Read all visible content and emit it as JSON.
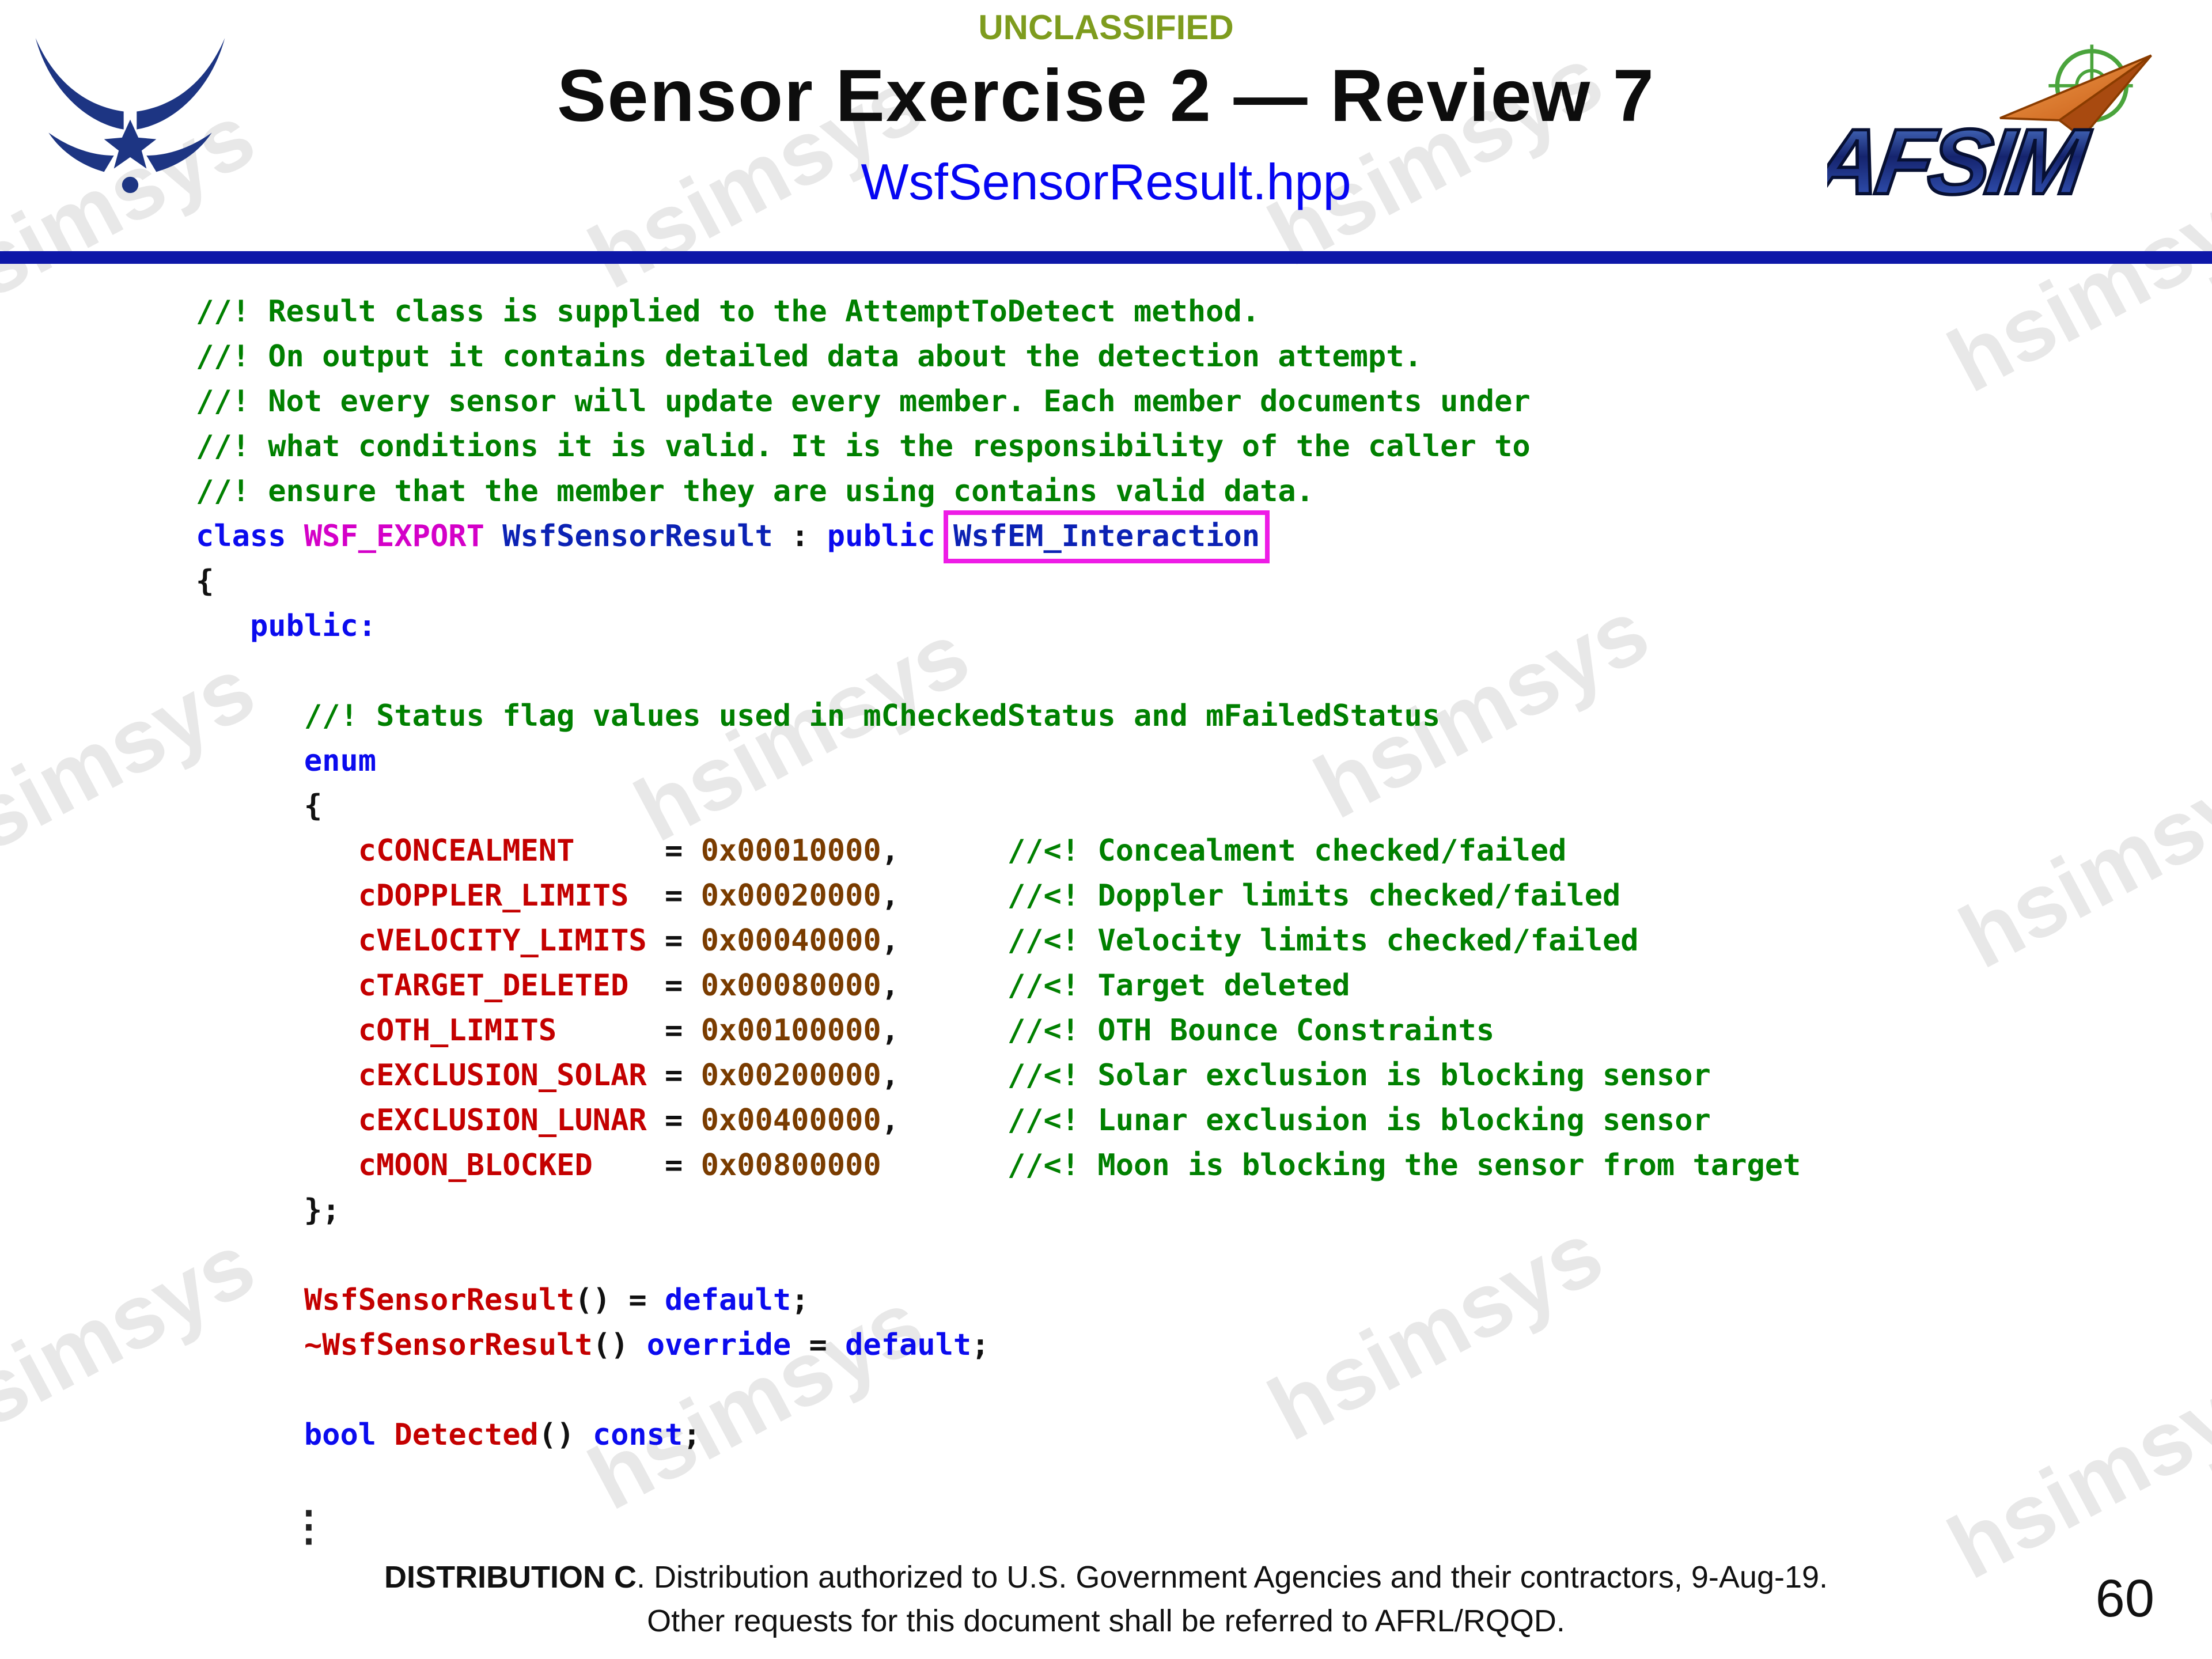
{
  "header": {
    "classification": "UNCLASSIFIED",
    "title": "Sensor Exercise 2 — Review 7",
    "subtitle": "WsfSensorResult.hpp"
  },
  "logos": {
    "afsim_text": "AFSIM"
  },
  "watermark": {
    "text": "hsimsys"
  },
  "code": {
    "lines": [
      {
        "segments": [
          {
            "text": "//! Result class is supplied to the AttemptToDetect method.",
            "style": "cmt"
          }
        ]
      },
      {
        "segments": [
          {
            "text": "//! On output it contains detailed data about the detection attempt.",
            "style": "cmt"
          }
        ]
      },
      {
        "segments": [
          {
            "text": "//! Not every sensor will update every member. Each member documents under",
            "style": "cmt"
          }
        ]
      },
      {
        "segments": [
          {
            "text": "//! what conditions it is valid. It is the responsibility of the caller to",
            "style": "cmt"
          }
        ]
      },
      {
        "segments": [
          {
            "text": "//! ensure that the member they are using contains valid data.",
            "style": "cmt"
          }
        ]
      },
      {
        "segments": [
          {
            "text": "class ",
            "style": "kw"
          },
          {
            "text": "WSF_EXPORT ",
            "style": "macro"
          },
          {
            "text": "WsfSensorResult",
            "style": "type"
          },
          {
            "text": " : ",
            "style": "plain"
          },
          {
            "text": "public ",
            "style": "kw"
          },
          {
            "text": "WsfEM_Interaction",
            "style": "type boxed"
          }
        ]
      },
      {
        "segments": [
          {
            "text": "{",
            "style": "plain"
          }
        ]
      },
      {
        "segments": [
          {
            "text": "   ",
            "style": "plain"
          },
          {
            "text": "public:",
            "style": "kw"
          }
        ]
      },
      {
        "segments": []
      },
      {
        "segments": [
          {
            "text": "      ",
            "style": "plain"
          },
          {
            "text": "//! Status flag values used in mCheckedStatus and mFailedStatus",
            "style": "cmt"
          }
        ]
      },
      {
        "segments": [
          {
            "text": "      ",
            "style": "plain"
          },
          {
            "text": "enum",
            "style": "kw"
          }
        ]
      },
      {
        "segments": [
          {
            "text": "      {",
            "style": "plain"
          }
        ]
      },
      {
        "segments": [
          {
            "text": "         ",
            "style": "plain"
          },
          {
            "text": "cCONCEALMENT",
            "style": "ename"
          },
          {
            "text": "     = ",
            "style": "plain"
          },
          {
            "text": "0x00010000",
            "style": "num"
          },
          {
            "text": ",      ",
            "style": "plain"
          },
          {
            "text": "//<! Concealment checked/failed",
            "style": "cmt"
          }
        ]
      },
      {
        "segments": [
          {
            "text": "         ",
            "style": "plain"
          },
          {
            "text": "cDOPPLER_LIMITS",
            "style": "ename"
          },
          {
            "text": "  = ",
            "style": "plain"
          },
          {
            "text": "0x00020000",
            "style": "num"
          },
          {
            "text": ",      ",
            "style": "plain"
          },
          {
            "text": "//<! Doppler limits checked/failed",
            "style": "cmt"
          }
        ]
      },
      {
        "segments": [
          {
            "text": "         ",
            "style": "plain"
          },
          {
            "text": "cVELOCITY_LIMITS",
            "style": "ename"
          },
          {
            "text": " = ",
            "style": "plain"
          },
          {
            "text": "0x00040000",
            "style": "num"
          },
          {
            "text": ",      ",
            "style": "plain"
          },
          {
            "text": "//<! Velocity limits checked/failed",
            "style": "cmt"
          }
        ]
      },
      {
        "segments": [
          {
            "text": "         ",
            "style": "plain"
          },
          {
            "text": "cTARGET_DELETED",
            "style": "ename"
          },
          {
            "text": "  = ",
            "style": "plain"
          },
          {
            "text": "0x00080000",
            "style": "num"
          },
          {
            "text": ",      ",
            "style": "plain"
          },
          {
            "text": "//<! Target deleted",
            "style": "cmt"
          }
        ]
      },
      {
        "segments": [
          {
            "text": "         ",
            "style": "plain"
          },
          {
            "text": "cOTH_LIMITS",
            "style": "ename"
          },
          {
            "text": "      = ",
            "style": "plain"
          },
          {
            "text": "0x00100000",
            "style": "num"
          },
          {
            "text": ",      ",
            "style": "plain"
          },
          {
            "text": "//<! OTH Bounce Constraints",
            "style": "cmt"
          }
        ]
      },
      {
        "segments": [
          {
            "text": "         ",
            "style": "plain"
          },
          {
            "text": "cEXCLUSION_SOLAR",
            "style": "ename"
          },
          {
            "text": " = ",
            "style": "plain"
          },
          {
            "text": "0x00200000",
            "style": "num"
          },
          {
            "text": ",      ",
            "style": "plain"
          },
          {
            "text": "//<! Solar exclusion is blocking sensor",
            "style": "cmt"
          }
        ]
      },
      {
        "segments": [
          {
            "text": "         ",
            "style": "plain"
          },
          {
            "text": "cEXCLUSION_LUNAR",
            "style": "ename"
          },
          {
            "text": " = ",
            "style": "plain"
          },
          {
            "text": "0x00400000",
            "style": "num"
          },
          {
            "text": ",      ",
            "style": "plain"
          },
          {
            "text": "//<! Lunar exclusion is blocking sensor",
            "style": "cmt"
          }
        ]
      },
      {
        "segments": [
          {
            "text": "         ",
            "style": "plain"
          },
          {
            "text": "cMOON_BLOCKED",
            "style": "ename"
          },
          {
            "text": "    = ",
            "style": "plain"
          },
          {
            "text": "0x00800000",
            "style": "num"
          },
          {
            "text": "       ",
            "style": "plain"
          },
          {
            "text": "//<! Moon is blocking the sensor from target",
            "style": "cmt"
          }
        ]
      },
      {
        "segments": [
          {
            "text": "      };",
            "style": "plain"
          }
        ]
      },
      {
        "segments": []
      },
      {
        "segments": [
          {
            "text": "      ",
            "style": "plain"
          },
          {
            "text": "WsfSensorResult",
            "style": "fn"
          },
          {
            "text": "() = ",
            "style": "plain"
          },
          {
            "text": "default",
            "style": "kw"
          },
          {
            "text": ";",
            "style": "plain"
          }
        ]
      },
      {
        "segments": [
          {
            "text": "      ",
            "style": "plain"
          },
          {
            "text": "~WsfSensorResult",
            "style": "fn"
          },
          {
            "text": "() ",
            "style": "plain"
          },
          {
            "text": "override",
            "style": "kw"
          },
          {
            "text": " = ",
            "style": "plain"
          },
          {
            "text": "default",
            "style": "kw"
          },
          {
            "text": ";",
            "style": "plain"
          }
        ]
      },
      {
        "segments": []
      },
      {
        "segments": [
          {
            "text": "      ",
            "style": "plain"
          },
          {
            "text": "bool ",
            "style": "kw"
          },
          {
            "text": "Detected",
            "style": "fn"
          },
          {
            "text": "() ",
            "style": "plain"
          },
          {
            "text": "const",
            "style": "kw"
          },
          {
            "text": ";",
            "style": "plain"
          }
        ]
      }
    ]
  },
  "footer": {
    "ellipsis": "⋮",
    "distribution_label": "DISTRIBUTION C",
    "distribution_rest": ". Distribution authorized to U.S. Government Agencies and their contractors, 9-Aug-19.",
    "distribution_line2": "Other requests for this document shall be referred to AFRL/RQQD.",
    "page_number": "60"
  }
}
